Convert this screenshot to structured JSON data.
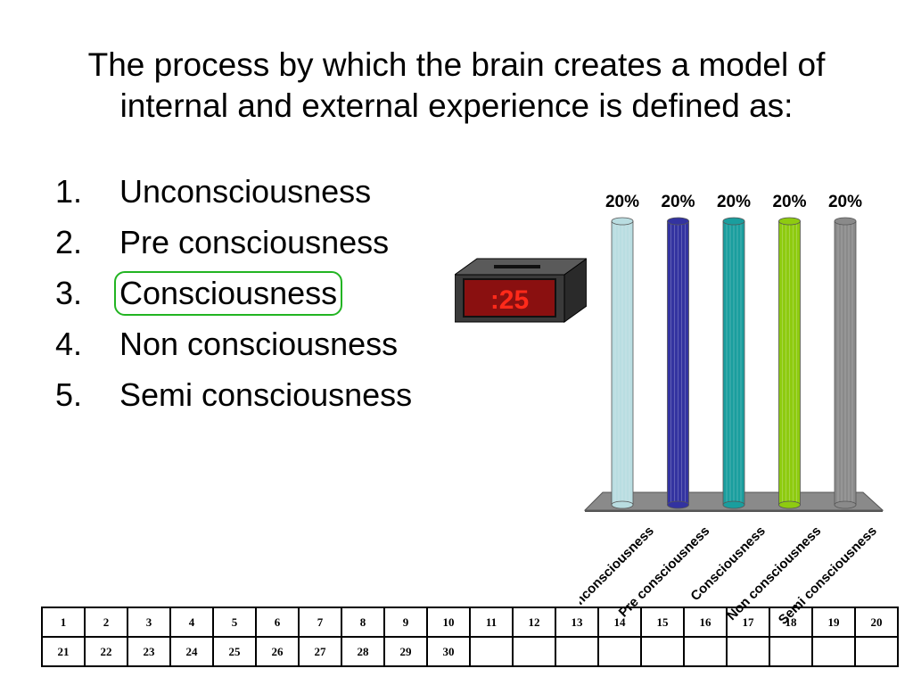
{
  "slide": {
    "title_line1": "The process by which the brain creates a model of",
    "title_line2": "internal and external experience is defined as:"
  },
  "answers": [
    {
      "number": "1.",
      "label": "Unconsciousness",
      "correct": false
    },
    {
      "number": "2.",
      "label": "Pre consciousness",
      "correct": false
    },
    {
      "number": "3.",
      "label": "Consciousness",
      "correct": true
    },
    {
      "number": "4.",
      "label": "Non consciousness",
      "correct": false
    },
    {
      "number": "5.",
      "label": "Semi consciousness",
      "correct": false
    }
  ],
  "timer": {
    "value": ":25"
  },
  "chart_data": {
    "type": "bar",
    "style": "3d-cylinder",
    "categories": [
      "Unconsciousness",
      "Pre consciousness",
      "Consciousness",
      "Non consciousness",
      "Semi consciousness"
    ],
    "values": [
      20,
      20,
      20,
      20,
      20
    ],
    "data_labels": [
      "20%",
      "20%",
      "20%",
      "20%",
      "20%"
    ],
    "colors": [
      "#b9dde1",
      "#3333a0",
      "#1a9e9e",
      "#8ecb10",
      "#8a8a8a"
    ],
    "ylim": [
      0,
      20
    ],
    "grid": false,
    "legend": "none"
  },
  "grid": {
    "rows": [
      [
        "1",
        "2",
        "3",
        "4",
        "5",
        "6",
        "7",
        "8",
        "9",
        "10",
        "11",
        "12",
        "13",
        "14",
        "15",
        "16",
        "17",
        "18",
        "19",
        "20"
      ],
      [
        "21",
        "22",
        "23",
        "24",
        "25",
        "26",
        "27",
        "28",
        "29",
        "30",
        "",
        "",
        "",
        "",
        "",
        "",
        "",
        "",
        "",
        ""
      ]
    ]
  }
}
